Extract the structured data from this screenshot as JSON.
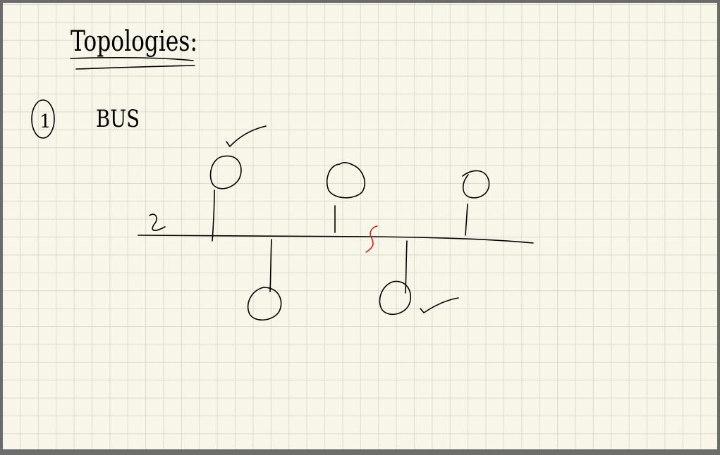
{
  "page": {
    "title": "Topologies:",
    "section_number": "1",
    "section_label": "BUS"
  },
  "colors": {
    "paper": "#f8f6e9",
    "grid": "#dcdad0",
    "ink": "#000000",
    "accent_ink": "#e01818",
    "border": "#6b6b6b"
  }
}
